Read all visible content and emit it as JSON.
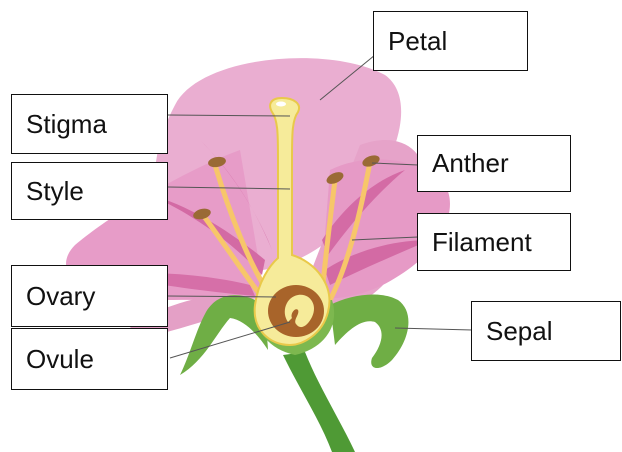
{
  "labels": {
    "petal": "Petal",
    "stigma": "Stigma",
    "anther": "Anther",
    "style": "Style",
    "filament": "Filament",
    "ovary": "Ovary",
    "sepal": "Sepal",
    "ovule": "Ovule"
  },
  "colors": {
    "petal_outer": "#e8a6cc",
    "petal_inner": "#d6669f",
    "petal_dark": "#c4468a",
    "pistil": "#f6eb9a",
    "pistil_outline": "#e9c94a",
    "filament": "#f7c66a",
    "anther": "#9a6a35",
    "ovary_brown": "#a8642a",
    "sepal": "#72b048",
    "stem": "#4f9a35",
    "leader_line": "#555555"
  },
  "icons": {
    "flower": "flower-cross-section-illustration"
  }
}
